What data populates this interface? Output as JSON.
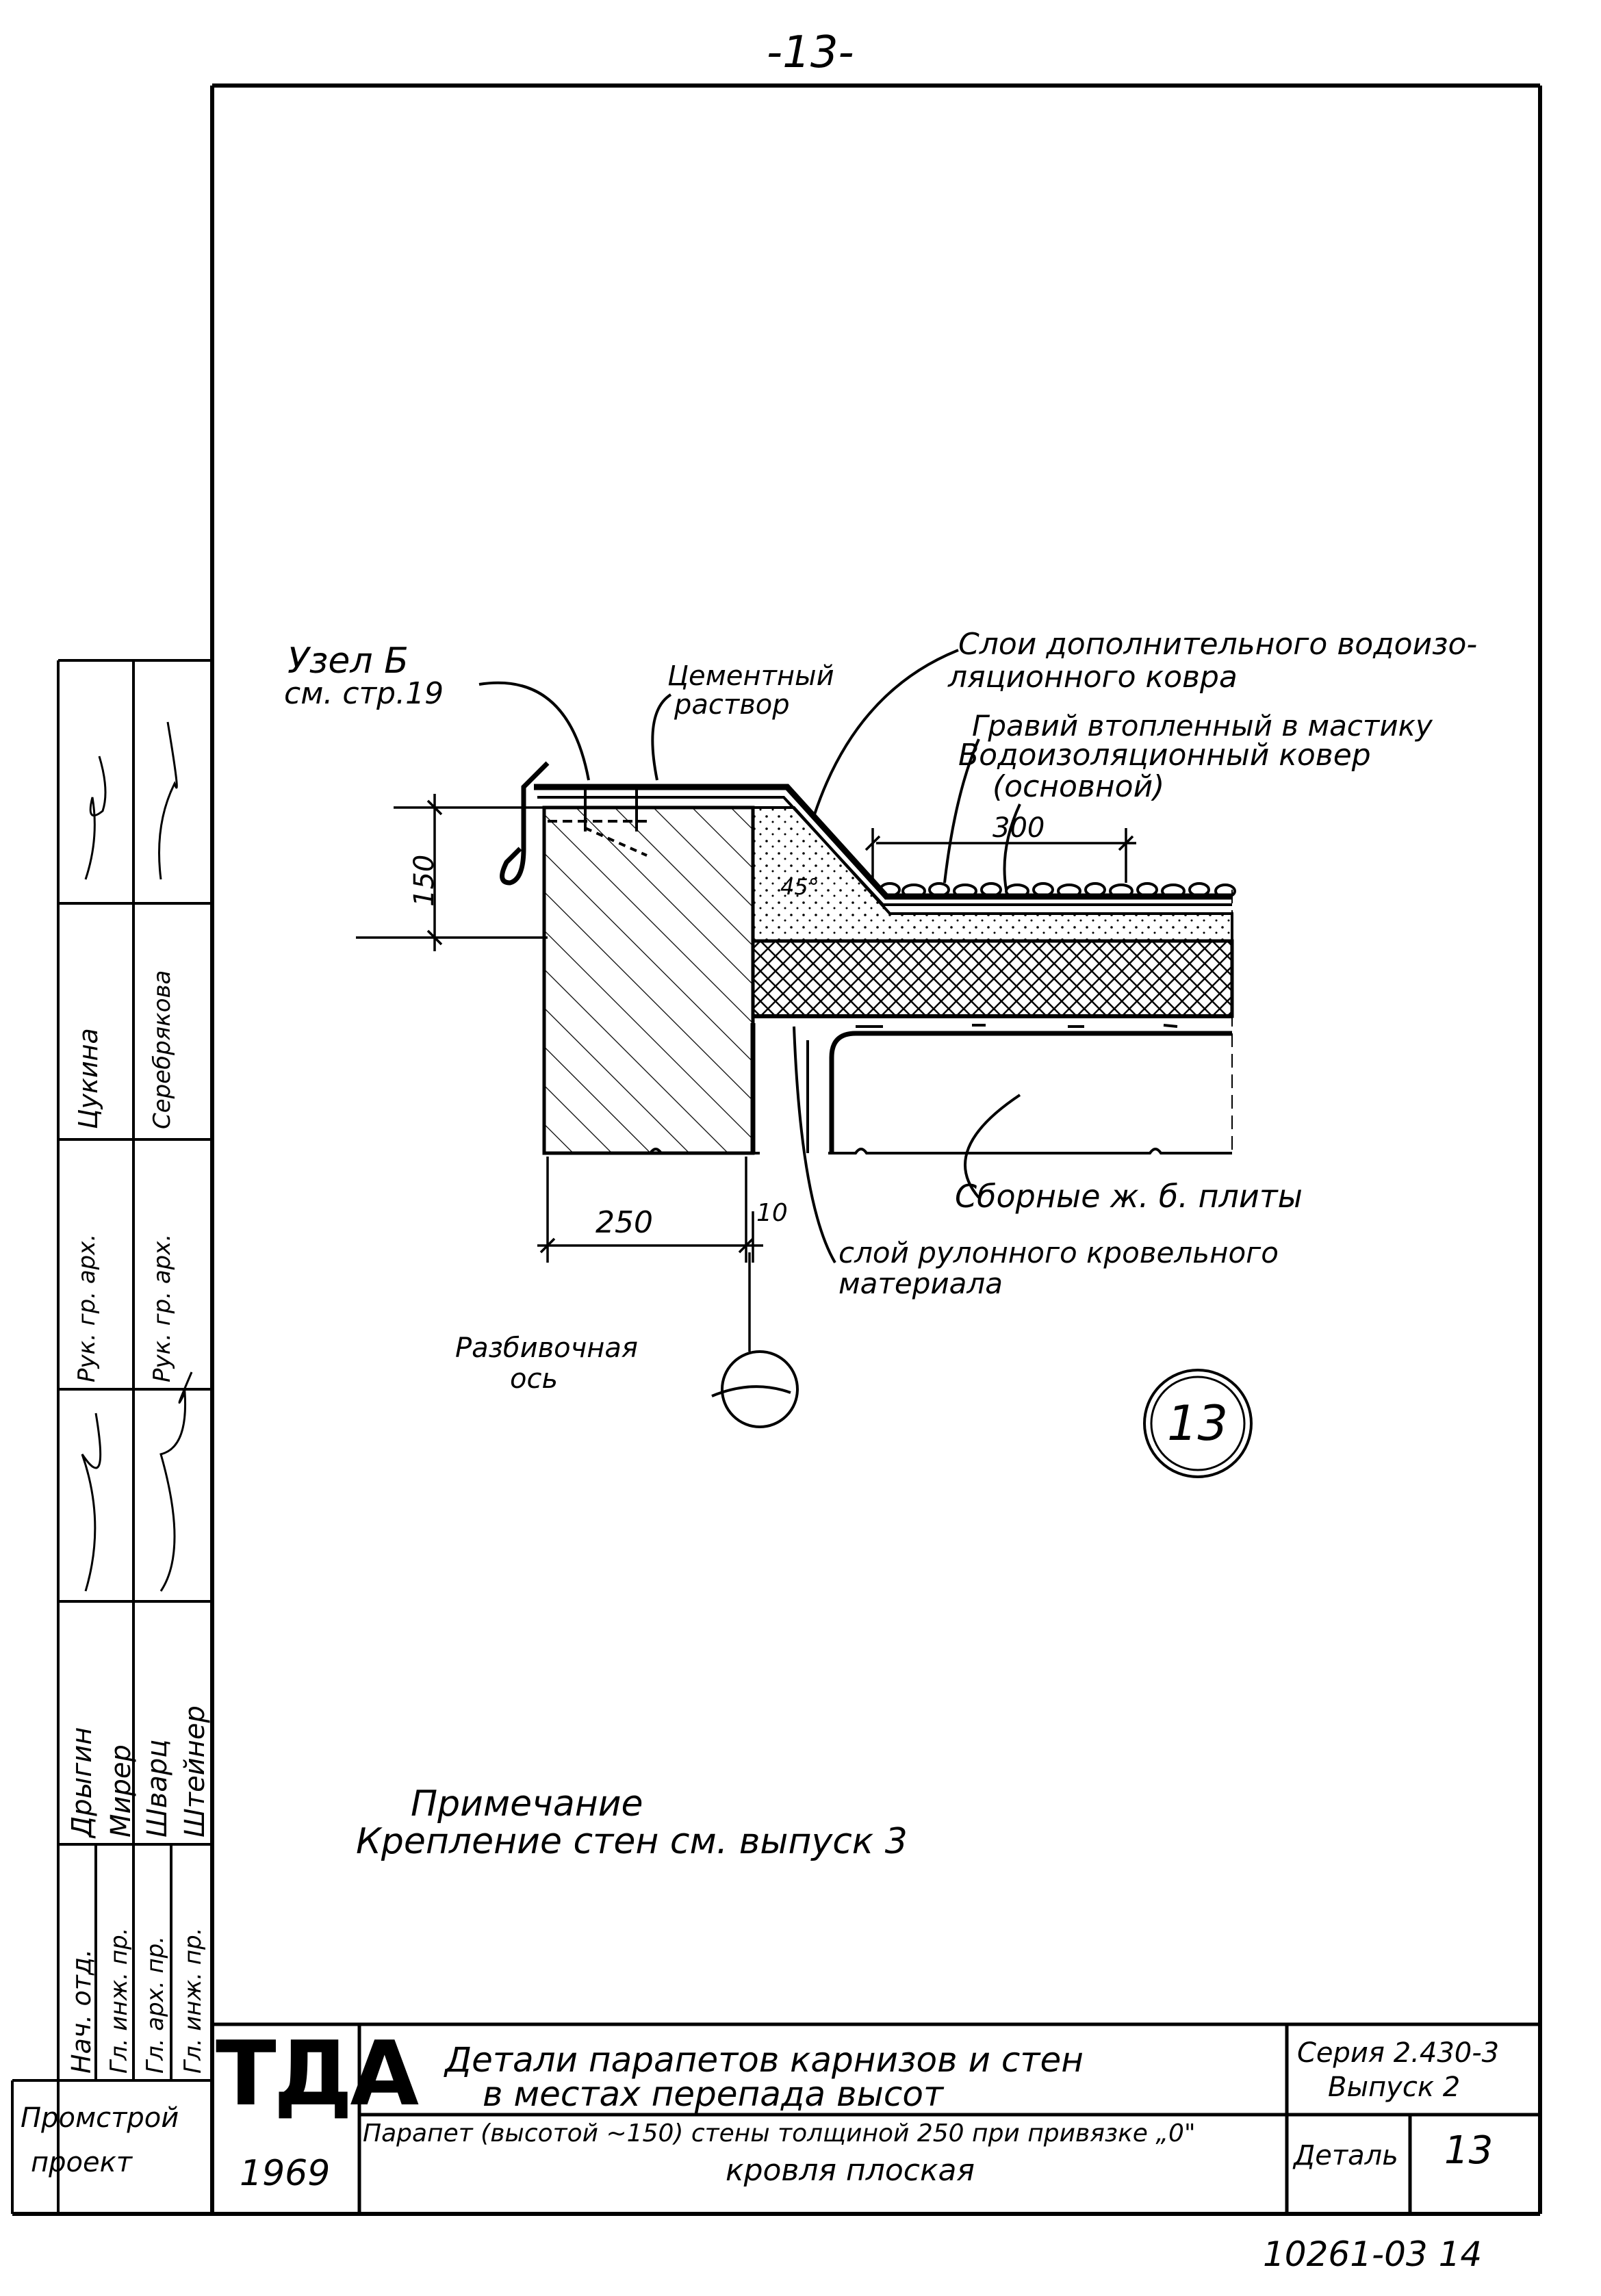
{
  "page_number": "-13-",
  "sheet_code": "10261-03 14",
  "labels": {
    "node_ref_line1": "Узел Б",
    "node_ref_line2": "см. стр.19",
    "cement_line1": "Цементный",
    "cement_line2": "раствор",
    "layers_line1": "Слои дополнительного водоизо-",
    "layers_line2": "ляционного ковра",
    "gravel": "Гравий втопленный в мастику",
    "carpet_line1": "Водоизоляционный ковер",
    "carpet_line2": "(основной)",
    "dim_150": "150",
    "dim_300": "300",
    "dim_250": "250",
    "dim_10": "10",
    "angle_45": "45°",
    "slabs": "Сборные ж. б. плиты",
    "roll_line1": "слой рулонного кровельного",
    "roll_line2": "материала",
    "axis_line1": "Разбивочная",
    "axis_line2": "ось",
    "detail_number": "13"
  },
  "note": {
    "title": "Примечание",
    "text": "Крепление стен см. выпуск 3"
  },
  "side_stamp": {
    "roles": [
      "Нач. отд.",
      "Гл. инж. пр.",
      "Гл. арх. пр.",
      "Гл. инж. пр."
    ],
    "names": [
      "Дрыгин",
      "Мирер",
      "Шварц",
      "Штейнер"
    ],
    "roles2": [
      "Рук. гр. арх.",
      "Рук. гр. арх."
    ],
    "names2": [
      "Цукина",
      "Серебрякова"
    ],
    "org_line1": "Промстрой",
    "org_line2": "проект"
  },
  "title_block": {
    "logo": "ТДА",
    "year": "1969",
    "title_line1": "Детали парапетов карнизов и стен",
    "title_line2": "в местах перепада высот",
    "subtitle_line1": "Парапет (высотой ~150) стены толщиной 250 при привязке „0\"",
    "subtitle_line2": "кровля плоская",
    "series_line1": "Серия 2.430-3",
    "series_line2": "Выпуск 2",
    "detail_label": "Деталь",
    "detail_value": "13"
  }
}
